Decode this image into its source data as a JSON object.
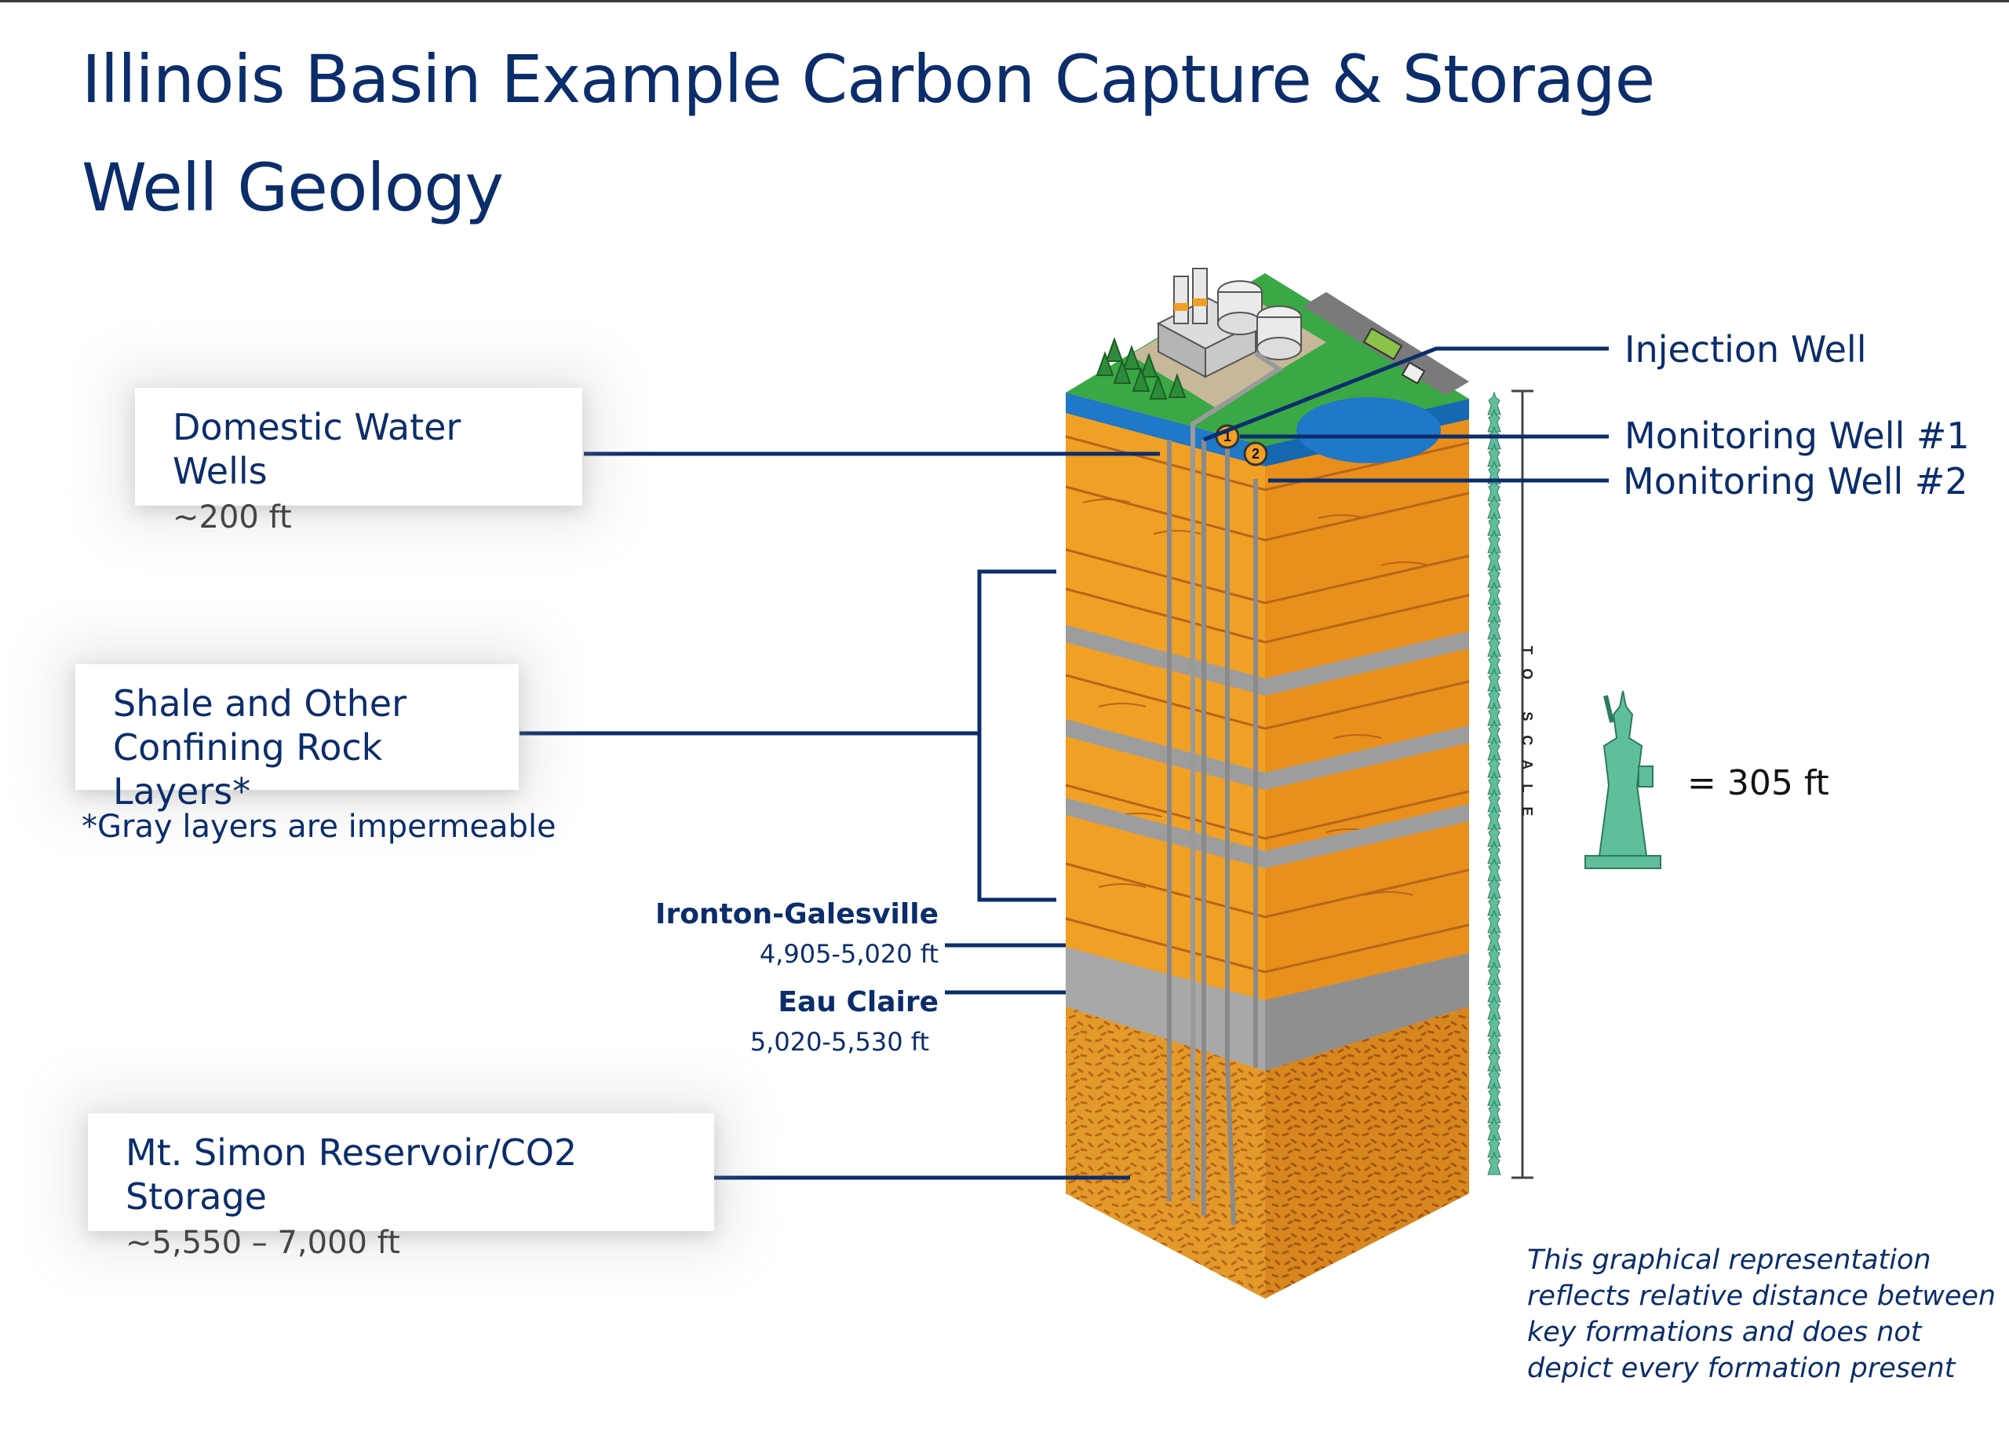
{
  "title": {
    "line1": "Illinois Basin Example Carbon Capture & Storage",
    "line2": "Well Geology"
  },
  "callouts": {
    "domestic_water_wells": {
      "label": "Domestic Water Wells",
      "depth": "~200 ft"
    },
    "shale_layers": {
      "label_line1": "Shale and Other",
      "label_line2": "Confining Rock Layers*",
      "footnote": "*Gray layers are impermeable"
    },
    "mt_simon": {
      "label": "Mt. Simon Reservoir/CO2 Storage",
      "depth": "~5,550 – 7,000 ft"
    }
  },
  "formations": {
    "ironton": {
      "name": "Ironton-Galesville",
      "depth": "4,905-5,020 ft"
    },
    "eau_claire": {
      "name": "Eau Claire",
      "depth": "5,020-5,530 ft"
    }
  },
  "wells": {
    "injection": "Injection Well",
    "monitoring1": "Monitoring Well #1",
    "monitoring2": "Monitoring Well #2",
    "marker1": "1",
    "marker2": "2"
  },
  "scale": {
    "vertical_text": "TO SCALE",
    "equivalence": "= 305 ft"
  },
  "disclaimer": "This graphical representation reflects relative distance between key formations and does not depict every formation present",
  "colors": {
    "navy": "#0b2d6b",
    "orange_front": "#f0a024",
    "orange_side": "#e8911e",
    "gray_layer": "#a8a8a8",
    "grass": "#3aa845",
    "water_blue": "#1f78c8",
    "statue_green": "#5fbf9b"
  }
}
